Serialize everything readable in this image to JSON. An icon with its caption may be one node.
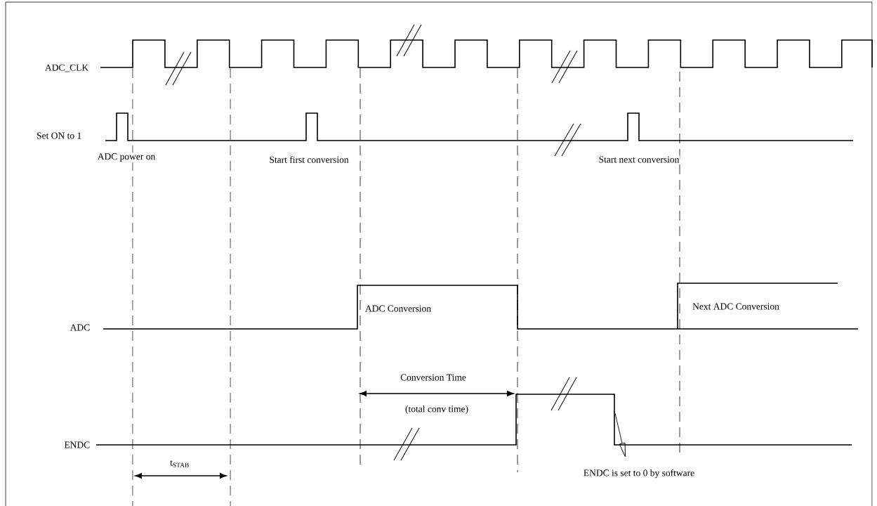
{
  "diagram": {
    "labels": [
      "ADC_CLK",
      "Set ON to 1",
      "ADC power on",
      "Start first conversion",
      "Start next conversion",
      "ADC Conversion",
      "Next ADC Conversion",
      "ADC",
      "Conversion Time",
      "(total conv time)",
      "ENDC",
      "t$_{STAB}$",
      "ENDC is set to 0 by software"
    ]
  }
}
